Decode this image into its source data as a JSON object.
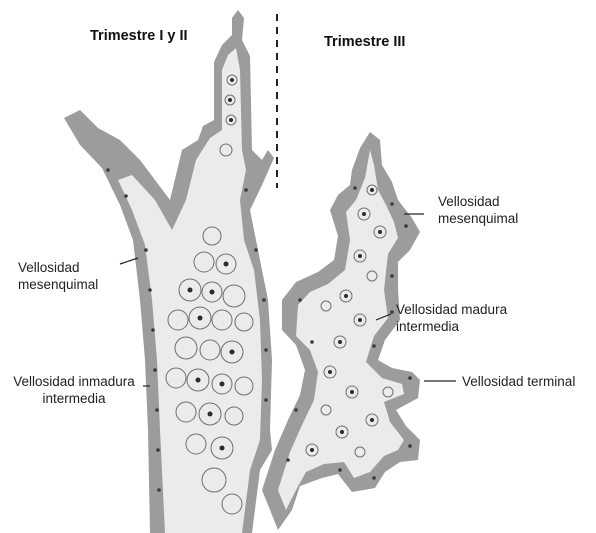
{
  "headings": {
    "left": "Trimestre I y II",
    "right": "Trimestre III"
  },
  "labels": {
    "mesenquimal_right": [
      "Vellosidad",
      "mesenquimal"
    ],
    "mesenquimal_left": [
      "Vellosidad",
      "mesenquimal"
    ],
    "madura_intermedia": [
      "Vellosidad madura",
      "intermedia"
    ],
    "inmadura_intermedia": [
      "Vellosidad inmadura",
      "intermedia"
    ],
    "terminal": "Vellosidad terminal"
  },
  "colors": {
    "trophoblast": "#9c9c9c",
    "stroma": "#ebebeb",
    "cell_outline": "#6f6f6f",
    "nucleus": "#2b2b2b",
    "leader_line": "#222222"
  }
}
